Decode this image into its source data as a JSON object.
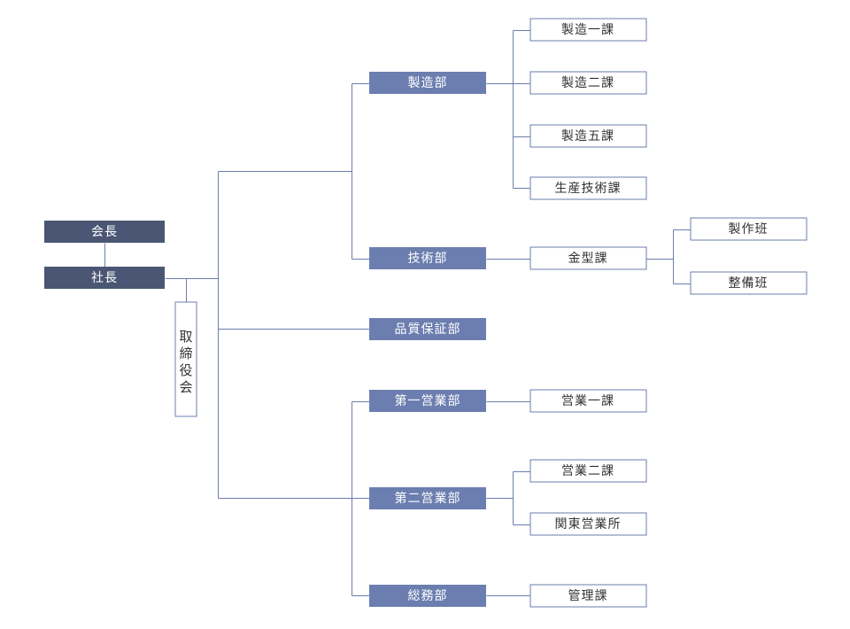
{
  "colors": {
    "executive": "#4a5673",
    "department": "#6b7eaf",
    "section_border": "#6b7eaf",
    "line": "#6b7eaf"
  },
  "chart": {
    "executives": {
      "chairman": "会長",
      "president": "社長",
      "board": "取締役会"
    },
    "departments": {
      "manufacturing": "製造部",
      "engineering": "技術部",
      "quality": "品質保証部",
      "sales1": "第一営業部",
      "sales2": "第二営業部",
      "general": "総務部"
    },
    "sections": {
      "mfg1": "製造一課",
      "mfg2": "製造二課",
      "mfg5": "製造五課",
      "prod_tech": "生産技術課",
      "mold": "金型課",
      "sales_sec1": "営業一課",
      "sales_sec2": "営業二課",
      "kanto_office": "関東営業所",
      "admin": "管理課"
    },
    "teams": {
      "fabrication": "製作班",
      "maintenance": "整備班"
    }
  }
}
